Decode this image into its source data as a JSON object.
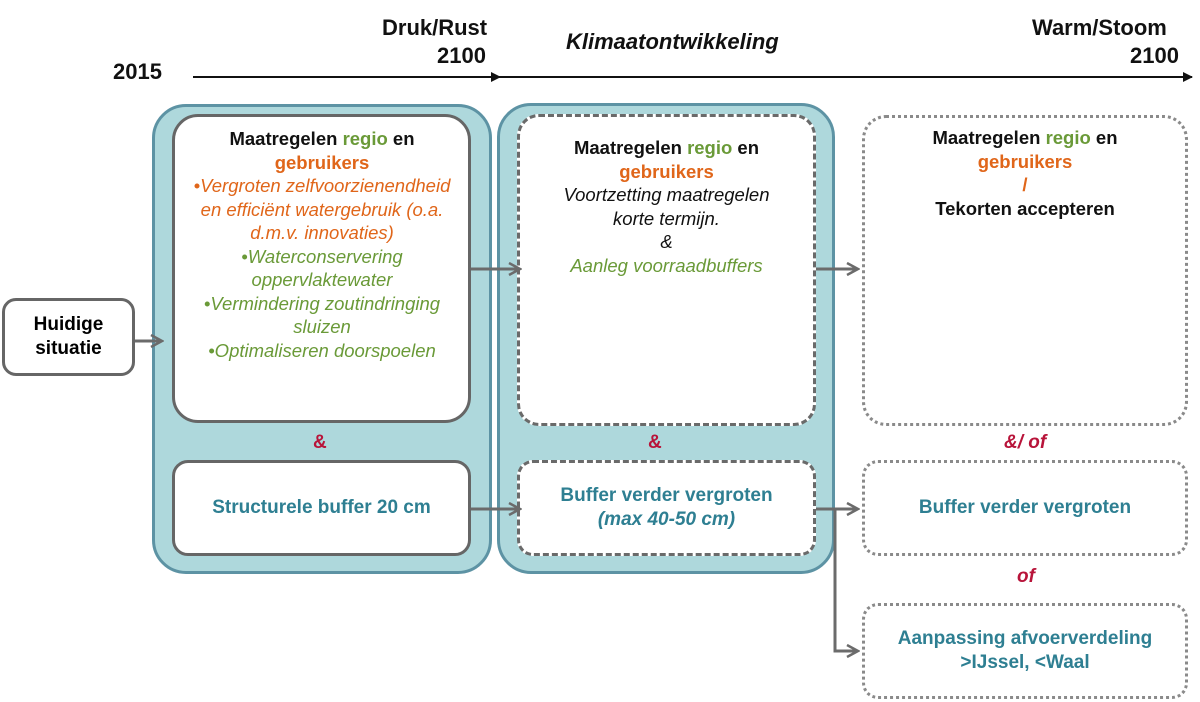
{
  "header": {
    "year_start": "2015",
    "scenario_1_name": "Druk/Rust",
    "scenario_1_year": "2100",
    "timeline_label": "Klimaatontwikkeling",
    "scenario_2_name": "Warm/Stoom",
    "scenario_2_year": "2100"
  },
  "current": {
    "line1": "Huidige",
    "line2": "situatie"
  },
  "phase1": {
    "title_a": "Maatregelen ",
    "title_regio": "regio",
    "title_en": " en",
    "title_gebruikers": "gebruikers",
    "bullet1": "•Vergroten zelfvoorzienendheid en efficiënt watergebruik (o.a. d.m.v. innovaties)",
    "bullet2": "•Waterconservering oppervlaktewater",
    "bullet3": "•Vermindering zoutindringing sluizen",
    "bullet4": "•Optimaliseren doorspoelen",
    "connector": "&",
    "buffer": "Structurele buffer 20 cm"
  },
  "phase2": {
    "title_a": "Maatregelen ",
    "title_regio": "regio",
    "title_en": " en",
    "title_gebruikers": "gebruikers",
    "line1": "Voortzetting maatregelen korte termijn.",
    "amp": "&",
    "line2": "Aanleg voorraadbuffers",
    "connector": "&",
    "buffer_title": "Buffer verder vergroten",
    "buffer_sub": "(max 40-50 cm)"
  },
  "phase3": {
    "title_a": "Maatregelen ",
    "title_regio": "regio",
    "title_en": " en",
    "title_gebruikers": "gebruikers",
    "slash": "/",
    "line": "Tekorten accepteren",
    "connector1": "&/ of",
    "buffer": "Buffer verder vergroten",
    "connector2": "of",
    "afvoer_line1": "Aanpassing afvoerverdeling",
    "afvoer_line2": ">IJssel, <Waal"
  },
  "colors": {
    "panel_fill": "#aed8dc",
    "panel_border": "#5d93a4",
    "green": "#6a9a38",
    "orange": "#e0661a",
    "teal": "#2e7f92",
    "red": "#b8143a",
    "arrow": "#6b6b6b"
  }
}
